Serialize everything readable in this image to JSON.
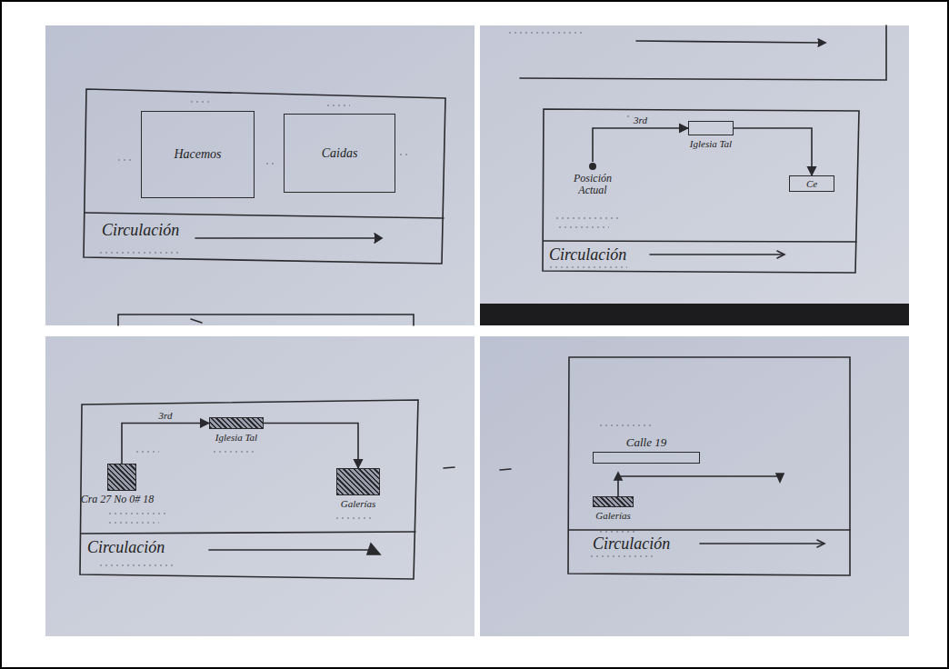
{
  "diagram": {
    "nodes": [
      {
        "text": [
          "Hacemos"
        ]
      },
      {
        "text": [
          "Caidas"
        ]
      },
      {
        "text": [
          "Posición Actual"
        ]
      },
      {
        "text": [
          "Iglesia Tal"
        ]
      },
      {
        "text": [
          "Ce"
        ]
      },
      {
        "text": [
          "Cra 27 No 0# 18"
        ]
      },
      {
        "text": [
          "Iglesia Tal"
        ]
      },
      {
        "text": [
          "Galerías"
        ]
      },
      {
        "text": [
          "Calle 19"
        ]
      },
      {
        "text": [
          "Galerías"
        ]
      }
    ],
    "edges": [
      {
        "from": 2,
        "to": 3,
        "arrow": "to",
        "label": "3rd"
      },
      {
        "from": 3,
        "to": 4,
        "arrow": "to"
      },
      {
        "from": 5,
        "to": 6,
        "arrow": "to",
        "label": "3rd"
      },
      {
        "from": 6,
        "to": 7,
        "arrow": "to"
      }
    ],
    "labels": [
      "Circulación",
      "Circulación",
      "Circulación",
      "Circulación"
    ]
  }
}
